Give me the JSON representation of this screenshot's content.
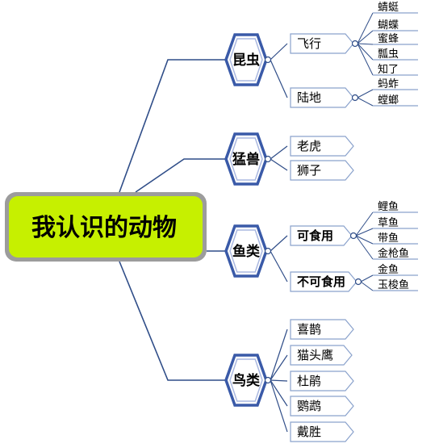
{
  "root": {
    "label": "我认识的动物",
    "fill": "#c6f000",
    "border": "#9c9c9c"
  },
  "colors": {
    "line": "#2f4d88",
    "hex_stroke": "#3a5aa8",
    "hex_inner": "#aab8e0",
    "sub_stroke": "#8aa2cc"
  },
  "categories": [
    {
      "label": "昆虫",
      "children": [
        {
          "label": "飞行",
          "bold": false,
          "leaves": [
            "蜻蜓",
            "蝴蝶",
            "蜜蜂",
            "瓢虫",
            "知了"
          ]
        },
        {
          "label": "陆地",
          "bold": false,
          "leaves": [
            "蚂蚱",
            "螳螂"
          ]
        }
      ]
    },
    {
      "label": "猛兽",
      "children": [
        {
          "label": "老虎",
          "bold": false,
          "leaves": []
        },
        {
          "label": "狮子",
          "bold": false,
          "leaves": []
        }
      ]
    },
    {
      "label": "鱼类",
      "children": [
        {
          "label": "可食用",
          "bold": true,
          "leaves": [
            "鲤鱼",
            "草鱼",
            "带鱼",
            "金枪鱼"
          ]
        },
        {
          "label": "不可食用",
          "bold": true,
          "leaves": [
            "金鱼",
            "玉梭鱼"
          ]
        }
      ]
    },
    {
      "label": "鸟类",
      "children": [
        {
          "label": "喜鹊",
          "bold": false,
          "leaves": []
        },
        {
          "label": "猫头鹰",
          "bold": false,
          "leaves": []
        },
        {
          "label": "杜鹃",
          "bold": false,
          "leaves": []
        },
        {
          "label": "鹦鹉",
          "bold": false,
          "leaves": []
        },
        {
          "label": "戴胜",
          "bold": false,
          "leaves": []
        }
      ]
    }
  ]
}
